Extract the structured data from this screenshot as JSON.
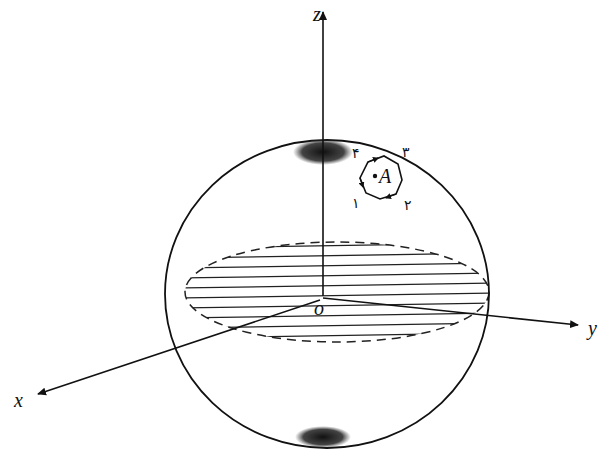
{
  "diagram": {
    "labels": [
      "z",
      "y",
      "x",
      "o",
      "A",
      "۴",
      "۳",
      "۱",
      "۲"
    ]
  }
}
